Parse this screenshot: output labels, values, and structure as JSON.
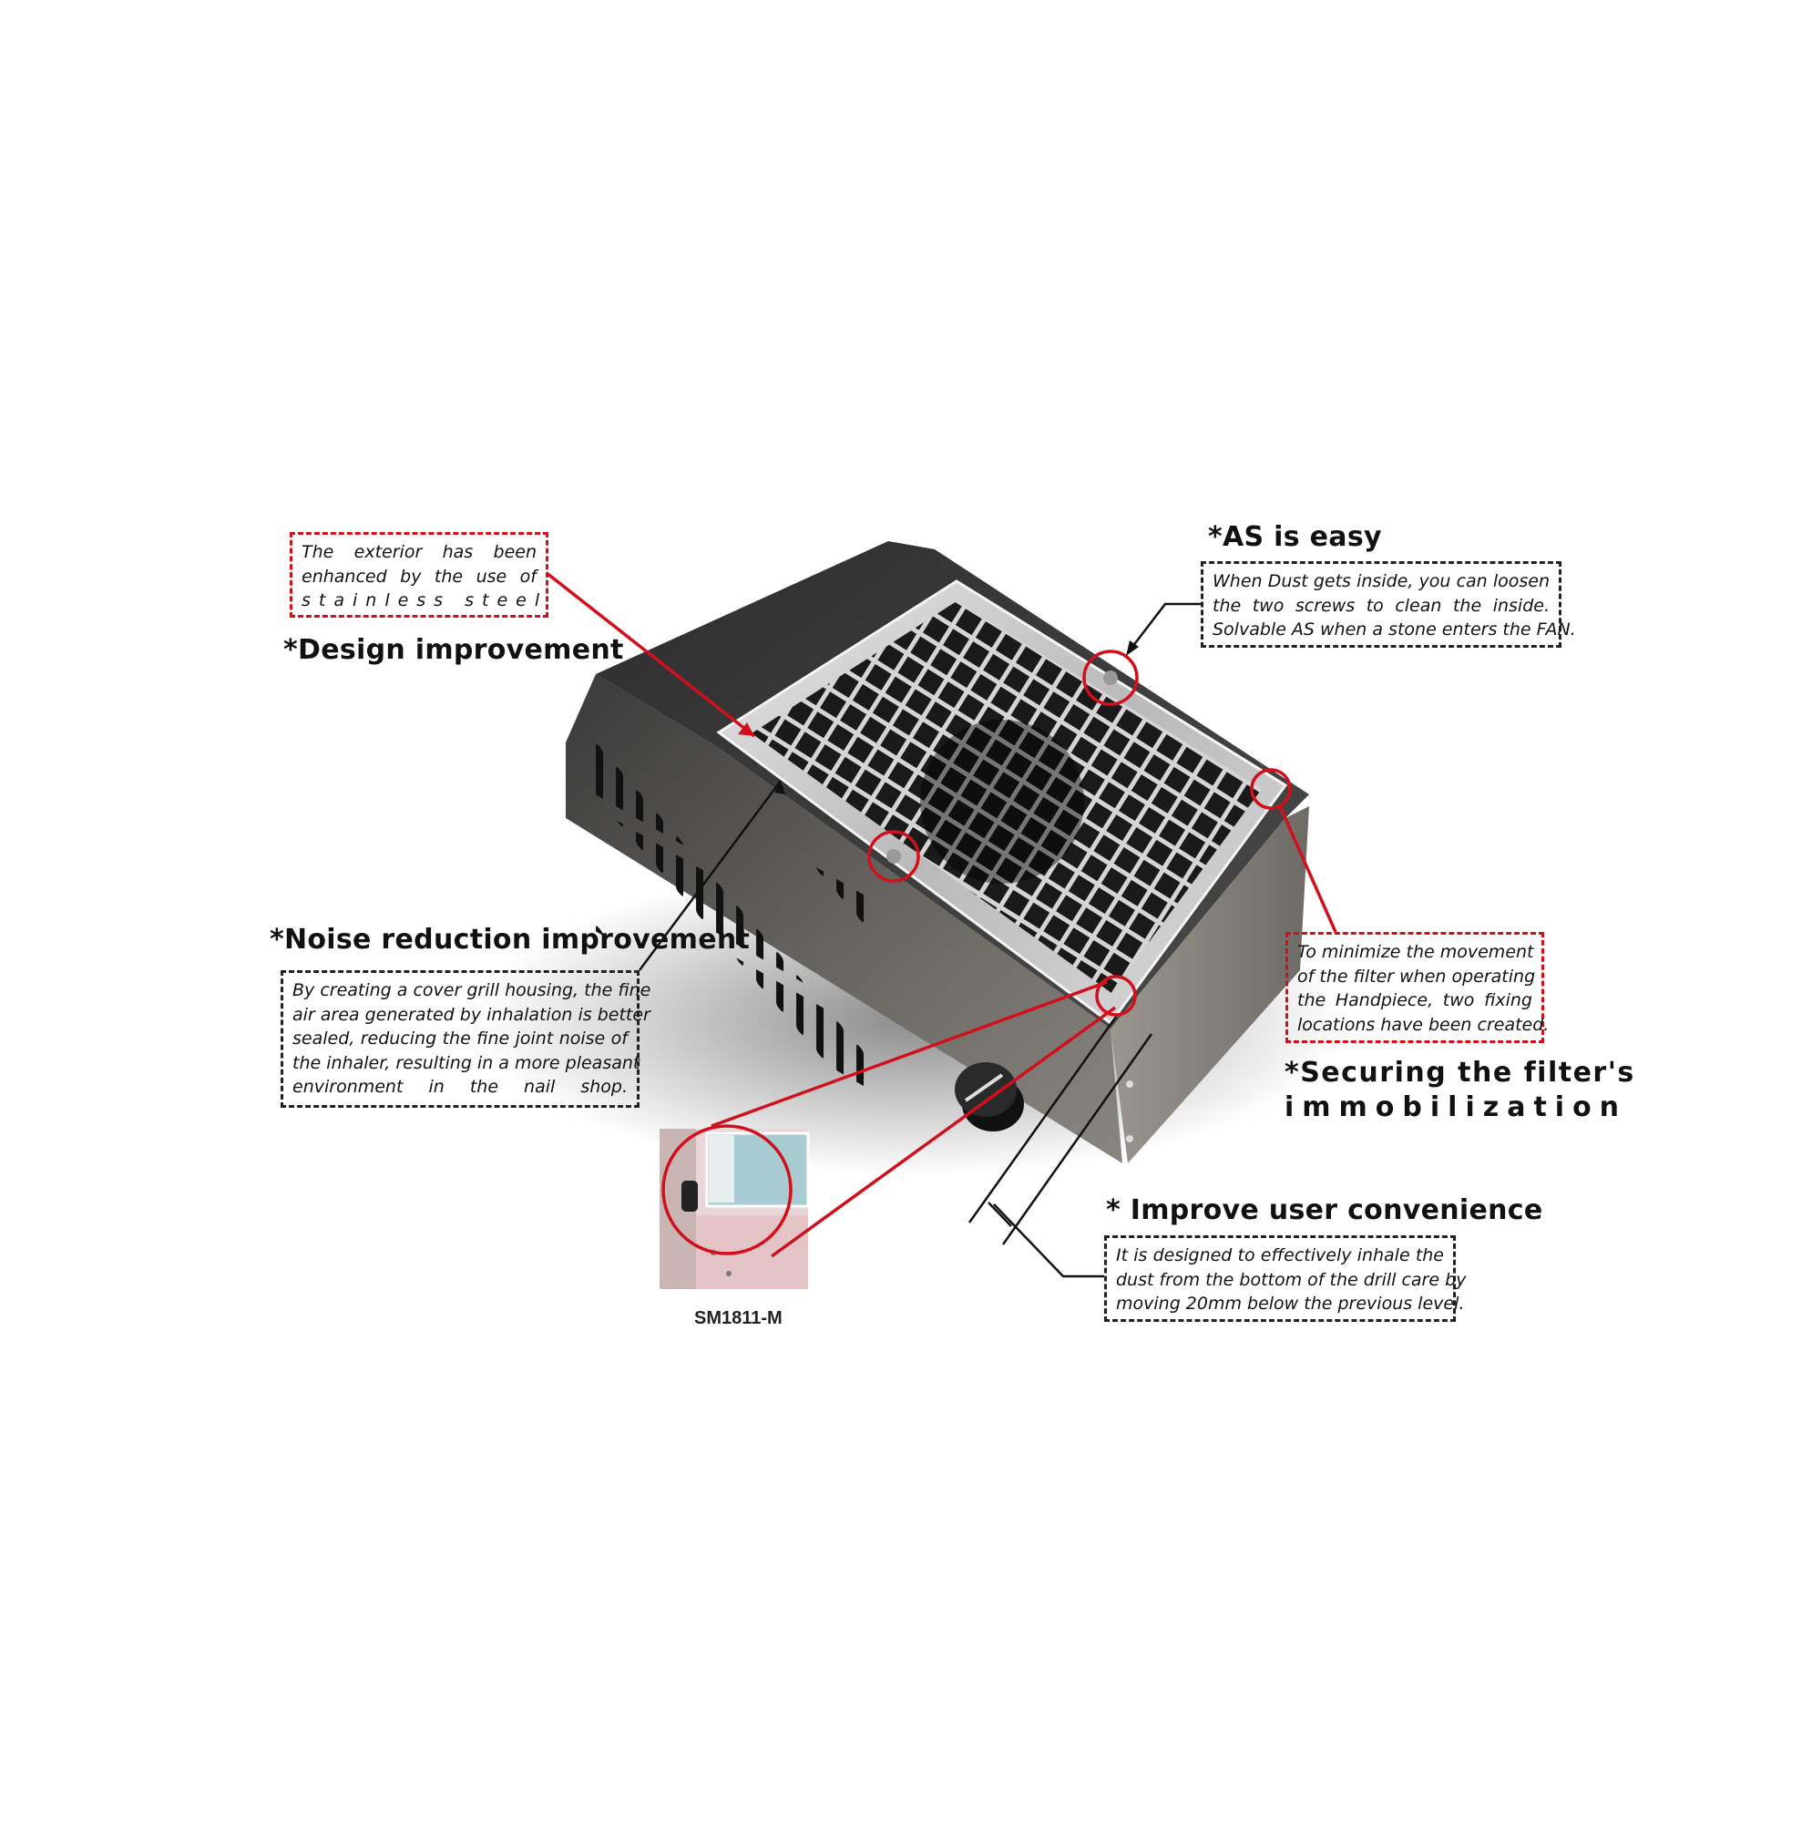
{
  "callouts": {
    "design": {
      "title": "*Design improvement",
      "lines": [
        "The exterior has been",
        "enhanced by the use of",
        "stainless steel"
      ]
    },
    "as_easy": {
      "title": "*AS is easy",
      "lines": [
        "When Dust gets inside, you can loosen",
        "the two screws to clean the inside.",
        "Solvable AS when a stone enters the FAN."
      ]
    },
    "noise": {
      "title": "*Noise reduction improvement",
      "lines": [
        "By creating a cover grill housing, the fine",
        "air area generated by inhalation is better",
        "sealed, reducing the fine joint noise of",
        "the inhaler, resulting in a more pleasant",
        "environment in the nail shop."
      ]
    },
    "filter": {
      "title_line1": "*Securing the filter's",
      "title_line2": "immobilization",
      "lines": [
        "To minimize the movement",
        "of the filter when operating",
        "the Handpiece, two fixing",
        "locations have been created."
      ]
    },
    "convenience": {
      "title": "* Improve user convenience",
      "lines": [
        "It is designed to effectively inhale the",
        "dust from the bottom of the drill care by",
        "moving 20mm below the previous level."
      ]
    }
  },
  "inset": {
    "caption": "SM1811-M"
  },
  "colors": {
    "highlight": "#d0101c",
    "text": "#111111"
  }
}
